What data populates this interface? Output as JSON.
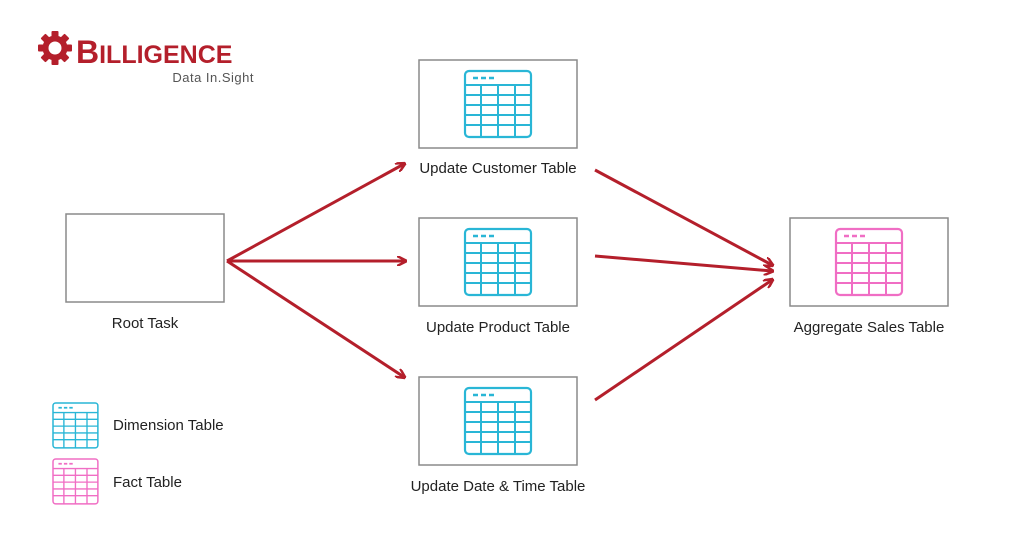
{
  "logo": {
    "initial": "B",
    "rest": "ILLIGENCE",
    "tagline": "Data In.Sight"
  },
  "nodes": {
    "root": "Root Task",
    "customer": "Update Customer Table",
    "product": "Update Product Table",
    "datetime": "Update Date & Time Table",
    "aggregate": "Aggregate Sales Table"
  },
  "legend": {
    "dimension": "Dimension Table",
    "fact": "Fact Table"
  },
  "colors": {
    "arrow": "#b41f2b",
    "dimension": "#29b6d6",
    "fact": "#f06ec4",
    "brand": "#b41f2b"
  },
  "icons": {
    "dimension": "table-grid-icon",
    "fact": "table-grid-icon",
    "logo": "gear-icon"
  }
}
